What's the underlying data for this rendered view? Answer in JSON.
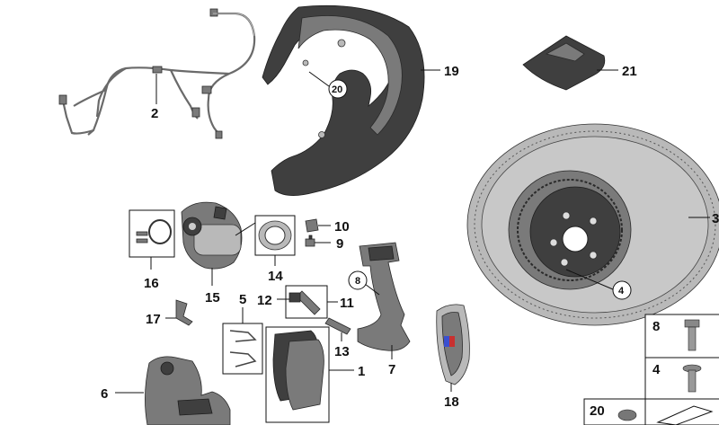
{
  "labels": {
    "l1": "1",
    "l2": "2",
    "l3": "3",
    "l4": "4",
    "l5": "5",
    "l6": "6",
    "l7": "7",
    "l8": "8",
    "l9": "9",
    "l10": "10",
    "l11": "11",
    "l12": "12",
    "l13": "13",
    "l14": "14",
    "l15": "15",
    "l16": "16",
    "l17": "17",
    "l18": "18",
    "l19": "19",
    "l20": "20",
    "l21": "21"
  },
  "legend": {
    "r1": "8",
    "r2": "4",
    "r3": "20"
  },
  "colors": {
    "ink": "#111111",
    "part_dark": "#3f3f3f",
    "part_mid": "#7a7a7a",
    "part_light": "#b9b9b9",
    "pad_accent_blue": "#3a4fd0",
    "pad_accent_red": "#c83030"
  }
}
